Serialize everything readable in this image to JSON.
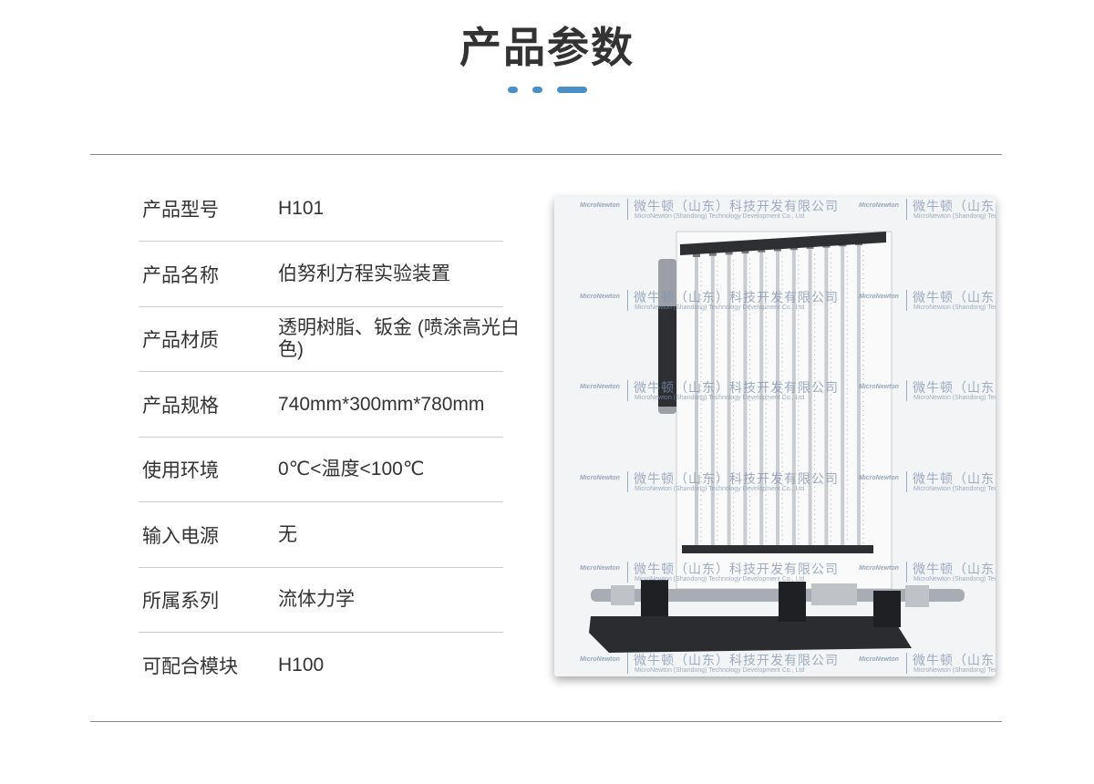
{
  "header": {
    "title": "产品参数",
    "accent_color": "#4a90c8"
  },
  "specs": [
    {
      "label": "产品型号",
      "value": "H101"
    },
    {
      "label": "产品名称",
      "value": "伯努利方程实验装置"
    },
    {
      "label": "产品材质",
      "value": "透明树脂、钣金 (喷涂高光白色)"
    },
    {
      "label": "产品规格",
      "value": "740mm*300mm*780mm"
    },
    {
      "label": "使用环境",
      "value": "0℃<温度<100℃"
    },
    {
      "label": "输入电源",
      "value": "无"
    },
    {
      "label": "所属系列",
      "value": "流体力学"
    },
    {
      "label": "可配合模块",
      "value": "H100"
    }
  ],
  "watermark": {
    "company_cn": "微牛顿（山东）科技开发有限公司",
    "company_en": "MicroNewton (Shandong) Technology Development Co., Ltd",
    "logo_text": "MicroNewton"
  }
}
